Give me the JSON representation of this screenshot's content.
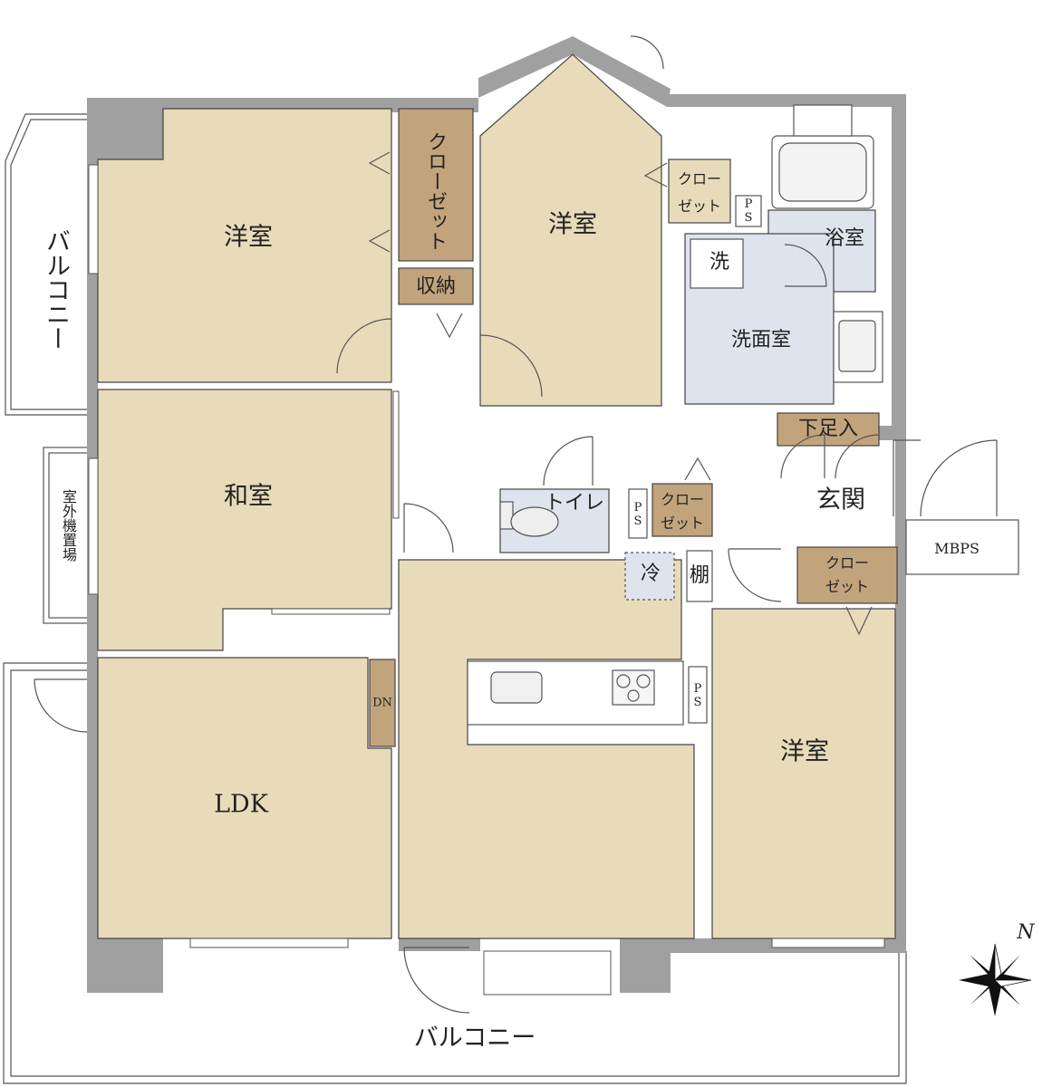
{
  "colors": {
    "room": "#e8dbb9",
    "closet": "#c2a47c",
    "wet": "#dfe3ee",
    "wall": "#a0a0a0",
    "line": "#444444"
  },
  "compass": {
    "label": "N",
    "icon": "compass-rose-icon"
  },
  "labels": {
    "balcony_west": "バルコニー",
    "outdoor_unit": "室外機置場",
    "balcony_south": "バルコニー",
    "western_room_nw": "洋室",
    "closet_nw": "クローゼット",
    "storage": "収納",
    "western_room_n": "洋室",
    "closet_n_1": "クロー",
    "closet_n_2": "ゼット",
    "ps_1": "PS",
    "bath": "浴室",
    "washer": "洗",
    "washroom": "洗面室",
    "shoe_storage": "下足入",
    "entrance": "玄関",
    "mbps": "MBPS",
    "japanese_room": "和室",
    "toilet": "トイレ",
    "ps_2": "PS",
    "closet_hall_1": "クロー",
    "closet_hall_2": "ゼット",
    "fridge": "冷",
    "shelf": "棚",
    "closet_se_1": "クロー",
    "closet_se_2": "ゼット",
    "dn": "DN",
    "ps_3": "PS",
    "ldk": "LDK",
    "western_room_se": "洋室"
  }
}
